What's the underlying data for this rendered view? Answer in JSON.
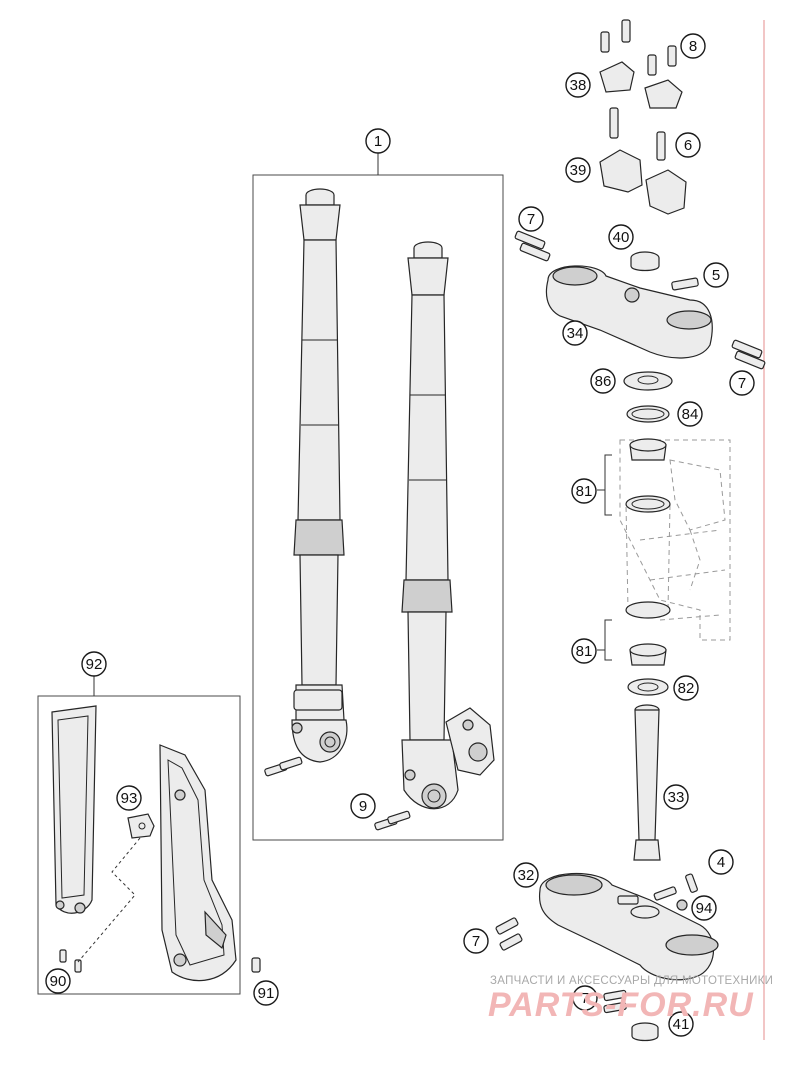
{
  "diagram": {
    "accent_line_color": "#e8a0a0",
    "watermark": {
      "line1": "ЗАПЧАСТИ И АКСЕССУАРЫ ДЛЯ МОТОТЕХНИКИ",
      "line2": "PARTS-FOR.RU",
      "color": "#f2b6b6"
    },
    "callouts": [
      {
        "id": "c1",
        "label": "1"
      },
      {
        "id": "c8",
        "label": "8"
      },
      {
        "id": "c38",
        "label": "38"
      },
      {
        "id": "c6",
        "label": "6"
      },
      {
        "id": "c39",
        "label": "39"
      },
      {
        "id": "c7a",
        "label": "7"
      },
      {
        "id": "c40",
        "label": "40"
      },
      {
        "id": "c5",
        "label": "5"
      },
      {
        "id": "c34",
        "label": "34"
      },
      {
        "id": "c7b",
        "label": "7"
      },
      {
        "id": "c86",
        "label": "86"
      },
      {
        "id": "c84",
        "label": "84"
      },
      {
        "id": "c81a",
        "label": "81"
      },
      {
        "id": "c81b",
        "label": "81"
      },
      {
        "id": "c82",
        "label": "82"
      },
      {
        "id": "c33",
        "label": "33"
      },
      {
        "id": "c92",
        "label": "92"
      },
      {
        "id": "c93",
        "label": "93"
      },
      {
        "id": "c9",
        "label": "9"
      },
      {
        "id": "c4",
        "label": "4"
      },
      {
        "id": "c32",
        "label": "32"
      },
      {
        "id": "c94",
        "label": "94"
      },
      {
        "id": "c7c",
        "label": "7"
      },
      {
        "id": "c7d",
        "label": "7"
      },
      {
        "id": "c41",
        "label": "41"
      },
      {
        "id": "c90",
        "label": "90"
      },
      {
        "id": "c91",
        "label": "91"
      }
    ]
  }
}
